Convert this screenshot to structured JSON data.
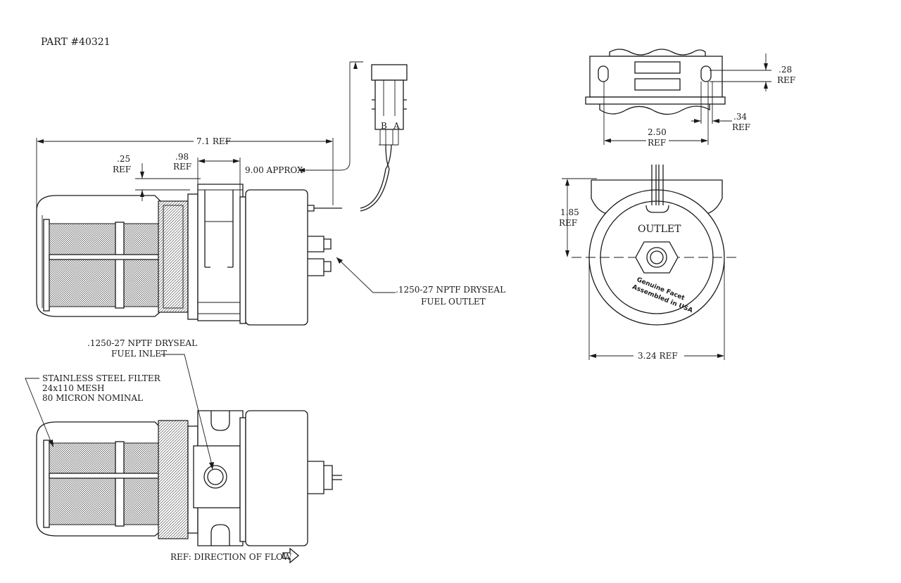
{
  "title": "PART #40321",
  "dimensions": {
    "length": "7.1 REF",
    "offset_top": ".25",
    "offset_top_ref": "REF",
    "flange": ".98",
    "flange_ref": "REF",
    "wire_length": "9.00 APPROX",
    "slot_height": ".28",
    "slot_height_ref": "REF",
    "slot_spacing": "2.50",
    "slot_spacing_ref": "REF",
    "slot_width": ".34",
    "slot_width_ref": "REF",
    "center_height": "1.85",
    "center_height_ref": "REF",
    "diameter": "3.24 REF"
  },
  "connector_pins": [
    "B",
    "A"
  ],
  "callouts": {
    "outlet_line1": ".1250-27 NPTF DRYSEAL",
    "outlet_line2": "FUEL OUTLET",
    "inlet_line1": ".1250-27 NPTF DRYSEAL",
    "inlet_line2": "FUEL INLET",
    "filter_line1": "STAINLESS STEEL FILTER",
    "filter_line2": "24x110 MESH",
    "filter_line3": "80 MICRON NOMINAL",
    "flow": "REF: DIRECTION OF FLOW"
  },
  "end_view": {
    "outlet_label": "OUTLET",
    "brand_line1": "Genuine Facet",
    "brand_line2": "Assembled in USA"
  }
}
